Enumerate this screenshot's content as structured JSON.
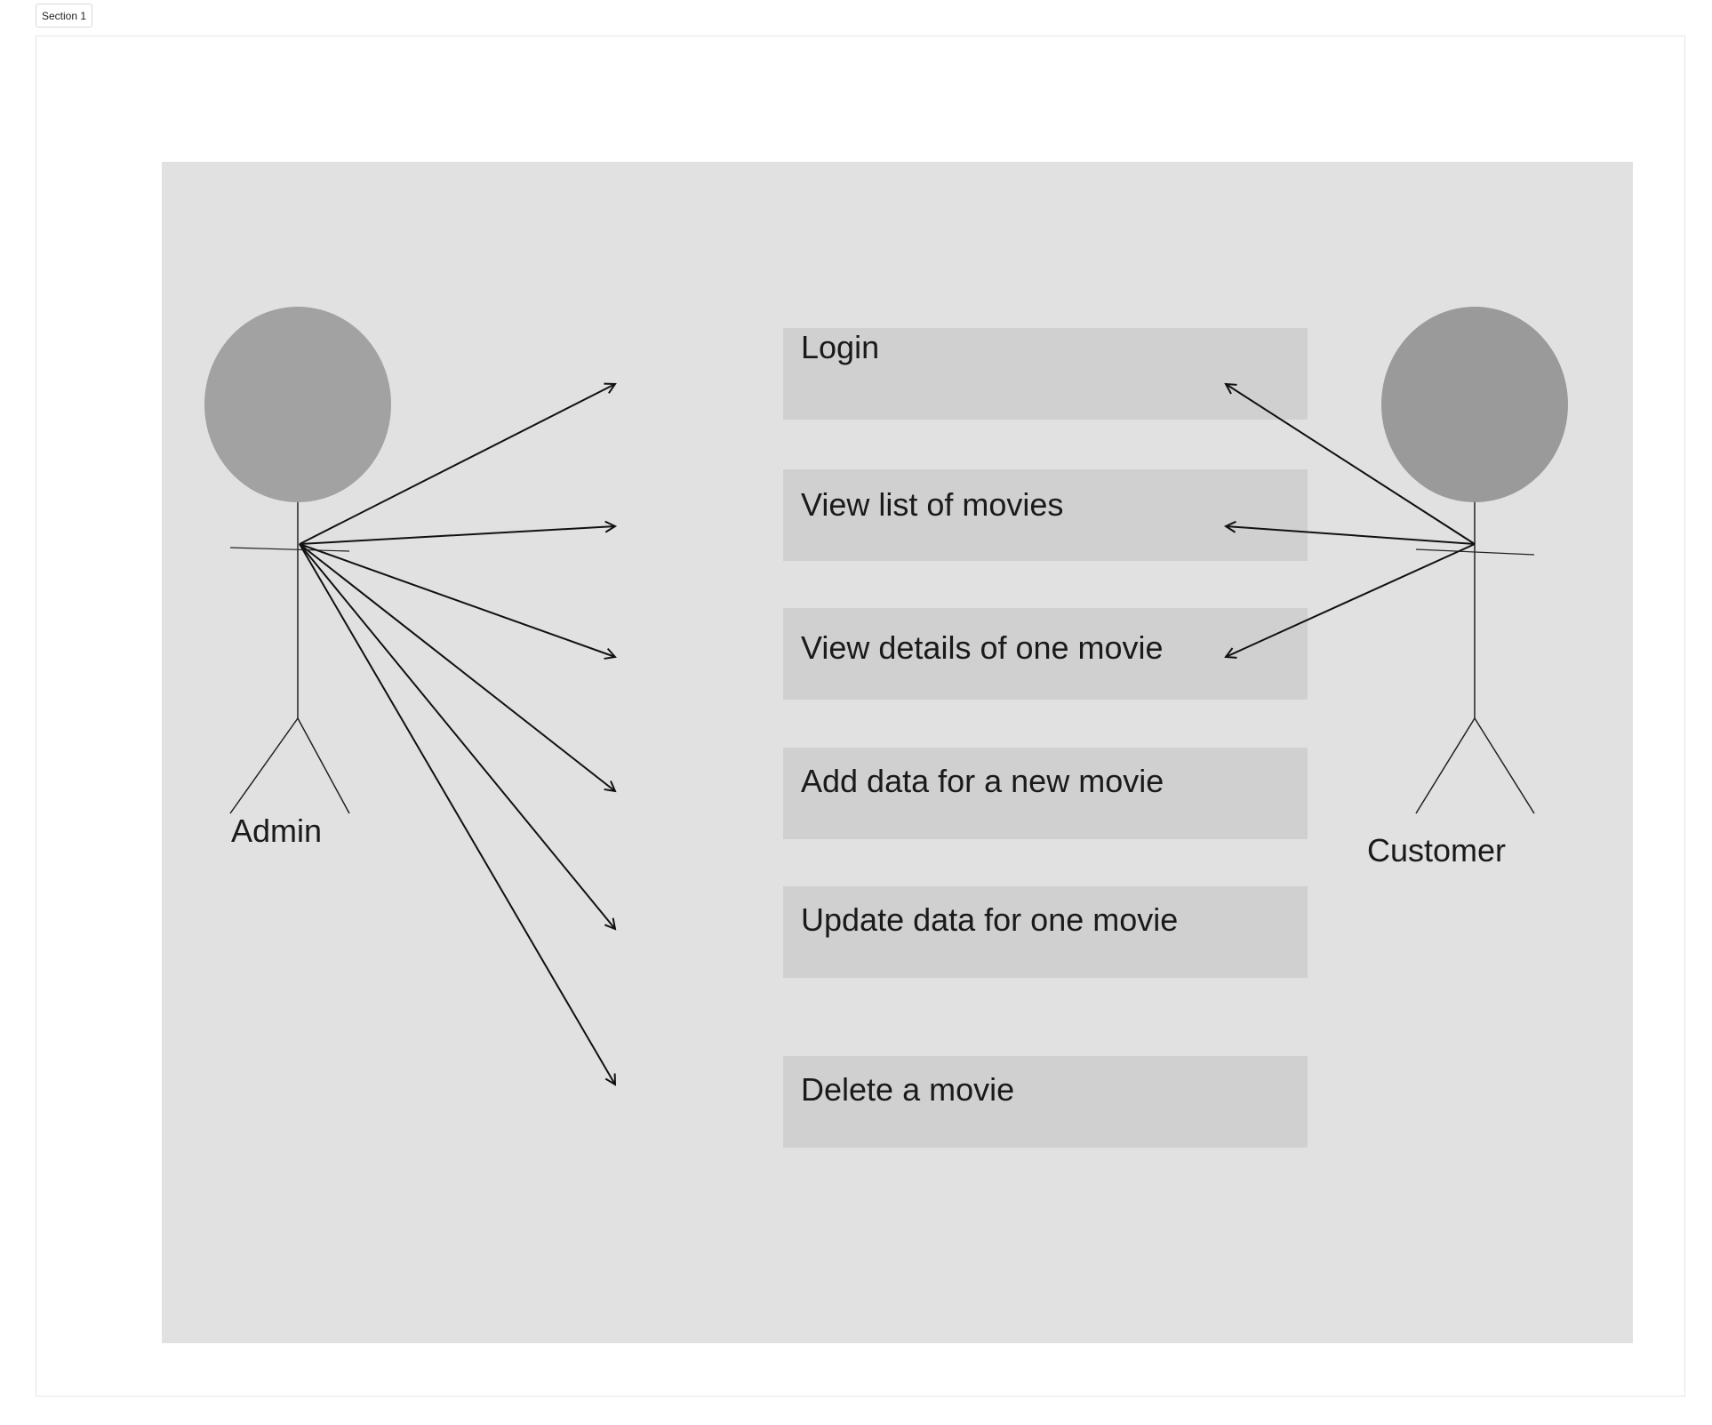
{
  "section": {
    "label": "Section 1"
  },
  "diagram": {
    "actors": [
      {
        "name": "Admin"
      },
      {
        "name": "Customer"
      }
    ],
    "use_cases": [
      {
        "label": "Login"
      },
      {
        "label": "View list of movies"
      },
      {
        "label": "View details of one movie"
      },
      {
        "label": "Add data for a new movie"
      },
      {
        "label": "Update data for one movie"
      },
      {
        "label": "Delete a movie"
      }
    ],
    "associations": [
      {
        "from": "Admin",
        "to": "Login"
      },
      {
        "from": "Admin",
        "to": "View list of movies"
      },
      {
        "from": "Admin",
        "to": "View details of one movie"
      },
      {
        "from": "Admin",
        "to": "Add data for a new movie"
      },
      {
        "from": "Admin",
        "to": "Update data for one movie"
      },
      {
        "from": "Admin",
        "to": "Delete a movie"
      },
      {
        "from": "Customer",
        "to": "Login"
      },
      {
        "from": "Customer",
        "to": "View list of movies"
      },
      {
        "from": "Customer",
        "to": "View details of one movie"
      }
    ]
  },
  "colors": {
    "canvas_background": "#e1e1e1",
    "use_case_fill": "#d0d0d0",
    "admin_head": "#a2a2a2",
    "customer_head": "#9a9a9a",
    "line": "#111111"
  }
}
